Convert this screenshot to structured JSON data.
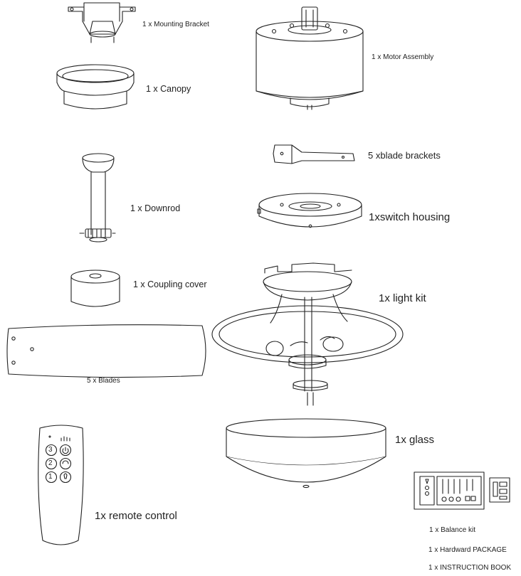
{
  "parts": {
    "mounting_bracket": "1 x Mounting Bracket",
    "canopy": "1 x Canopy",
    "downrod": "1 x Downrod",
    "coupling_cover": "1 x Coupling cover",
    "blades": "5 x Blades",
    "remote_control": "1x remote control",
    "motor_assembly": "1 x Motor Assembly",
    "blade_brackets": "5 xblade brackets",
    "switch_housing": "1xswitch housing",
    "light_kit": "1x light kit",
    "glass": "1x glass",
    "balance_kit": "1 x Balance kit",
    "hardware_package": "1 x Hardward PACKAGE",
    "instruction_book": "1 x INSTRUCTION BOOK"
  },
  "remote": {
    "buttons": [
      "3",
      "2",
      "1"
    ]
  }
}
